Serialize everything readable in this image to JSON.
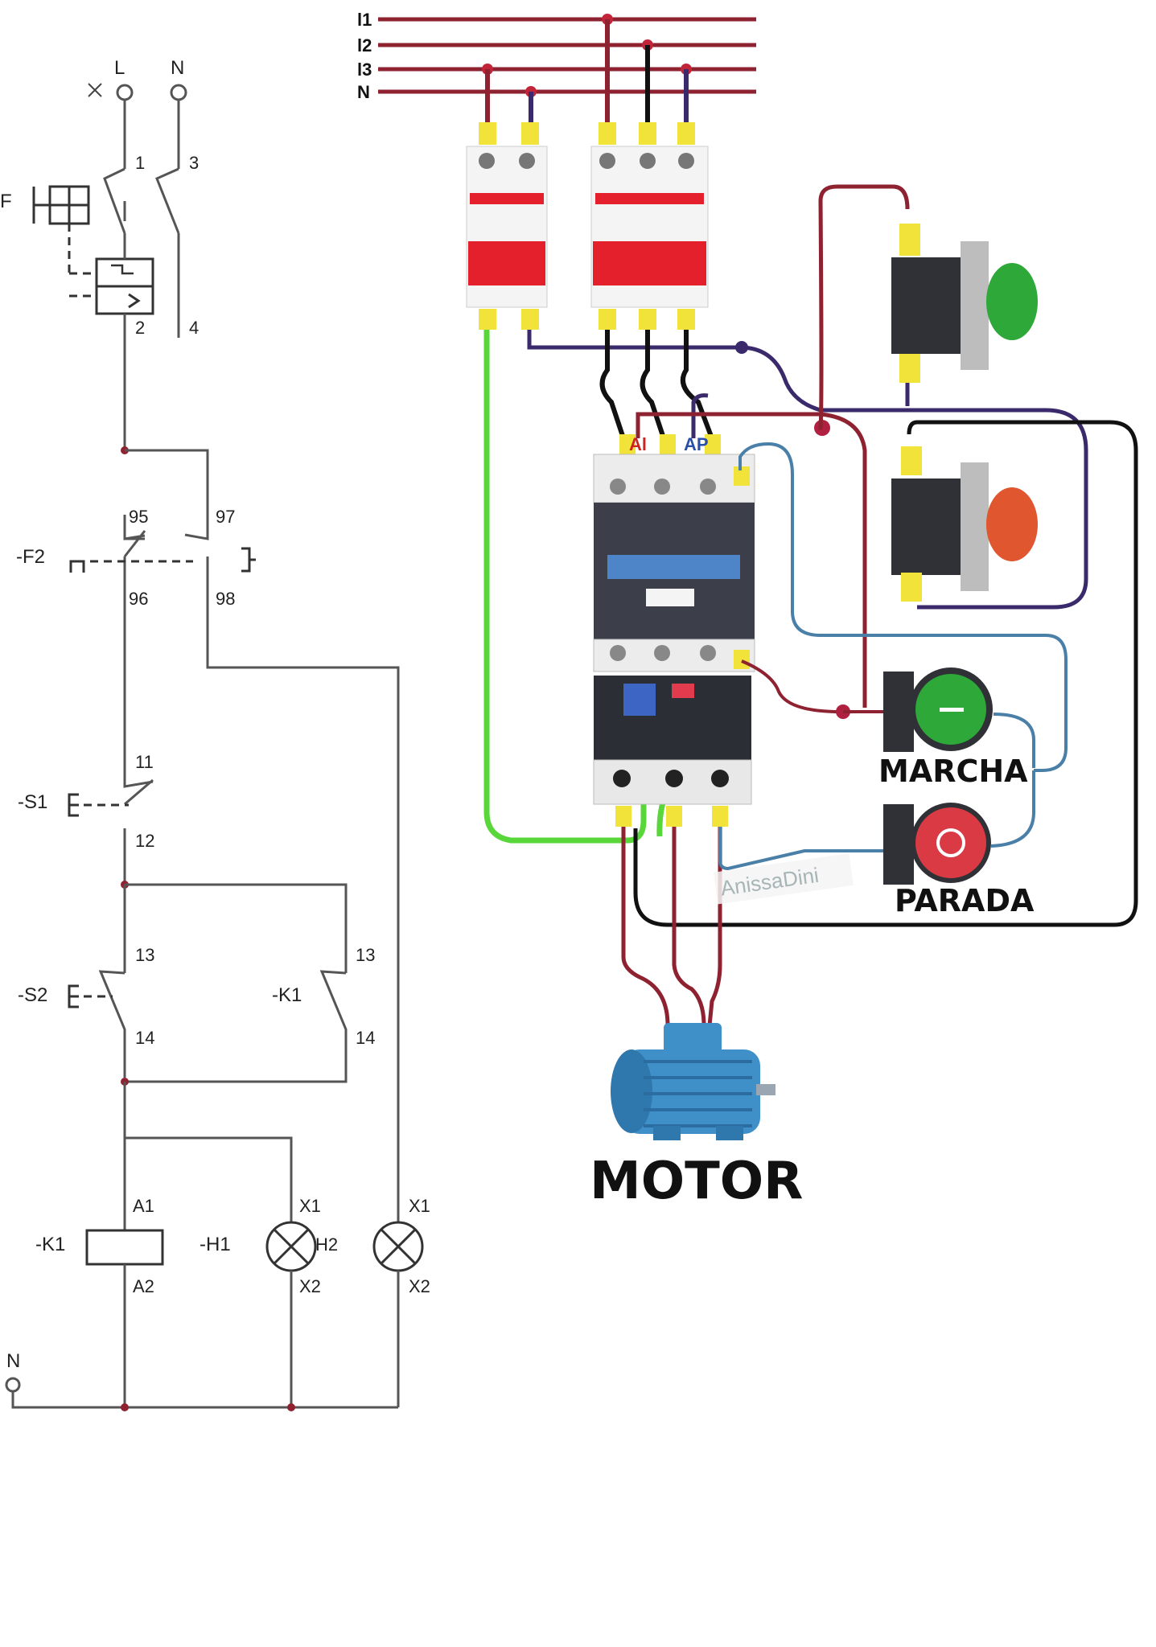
{
  "ladder": {
    "supply_L": "L",
    "supply_N": "N",
    "breaker": {
      "label": "F",
      "contact_1": "1",
      "contact_2": "2",
      "contact_3": "3",
      "contact_4": "4"
    },
    "thermal_relay": {
      "label": "-F2",
      "nc_top": "95",
      "nc_bottom": "96",
      "no_top": "97",
      "no_bottom": "98"
    },
    "stop_button": {
      "label": "-S1",
      "top": "11",
      "bottom": "12"
    },
    "start_button": {
      "label": "-S2",
      "top": "13",
      "bottom": "14"
    },
    "holding_contact": {
      "label": "-K1",
      "top": "13",
      "bottom": "14"
    },
    "coil": {
      "label": "-K1",
      "a1": "A1",
      "a2": "A2"
    },
    "lamp_1": {
      "label": "-H1",
      "x1": "X1",
      "x2": "X2"
    },
    "lamp_2": {
      "label": "H2",
      "x1": "X1",
      "x2": "X2"
    },
    "neutral_bottom": "N"
  },
  "wiring": {
    "bus_labels": [
      "l1",
      "l2",
      "l3",
      "N"
    ],
    "contactor_marks": {
      "left": "Al",
      "right": "AP"
    },
    "start_button_label": "MARCHA",
    "stop_button_label": "PARADA",
    "motor_label": "MOTOR",
    "watermark": "AnissaDini"
  },
  "colors": {
    "phase_red": "#8e2230",
    "neutral_purple": "#3b2a6b",
    "earth_green": "#59d63a",
    "control_blue": "#4a7fa8",
    "breaker_red": "#e3202c",
    "terminal_yellow": "#f2e33a",
    "contactor_blue": "#4e85c9",
    "motor_blue": "#3f8fc9",
    "start_green": "#2fa83a",
    "stop_red": "#d93a43"
  }
}
